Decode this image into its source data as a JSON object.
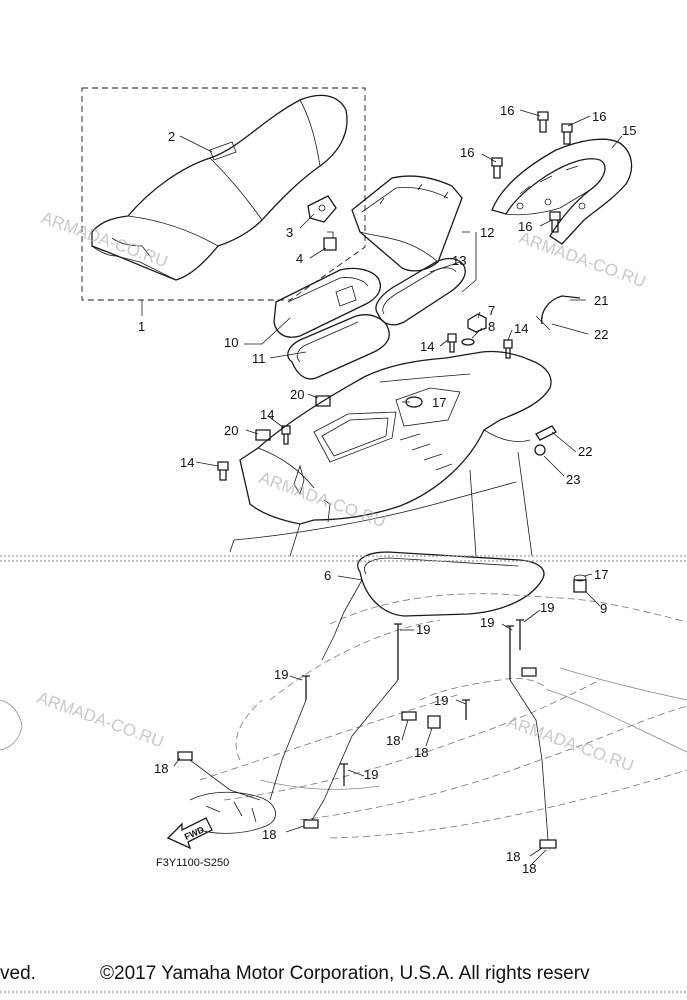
{
  "drawing_code": "F3Y1100-S250",
  "watermark": "ARMADA-CO.RU",
  "fwd_label": "FWD",
  "copyright_left": "ved.",
  "copyright": "©2017 Yamaha Motor Corporation, U.S.A. All rights reserv",
  "callouts": {
    "c1": "1",
    "c2": "2",
    "c3": "3",
    "c4": "4",
    "c6": "6",
    "c7": "7",
    "c8": "8",
    "c9": "9",
    "c10": "10",
    "c11": "11",
    "c12": "12",
    "c13": "13",
    "c14a": "14",
    "c14b": "14",
    "c14c": "14",
    "c14d": "14",
    "c15": "15",
    "c16a": "16",
    "c16b": "16",
    "c16c": "16",
    "c16d": "16",
    "c17a": "17",
    "c17b": "17",
    "c18a": "18",
    "c18b": "18",
    "c18c": "18",
    "c18d": "18",
    "c18e": "18",
    "c18f": "18",
    "c19a": "19",
    "c19b": "19",
    "c19c": "19",
    "c19d": "19",
    "c19e": "19",
    "c19f": "19",
    "c20a": "20",
    "c20b": "20",
    "c21": "21",
    "c22a": "22",
    "c22b": "22",
    "c23": "23"
  },
  "colors": {
    "line": "#1a1a1a",
    "watermark": "#b8b8b8",
    "hull": "#777777"
  }
}
